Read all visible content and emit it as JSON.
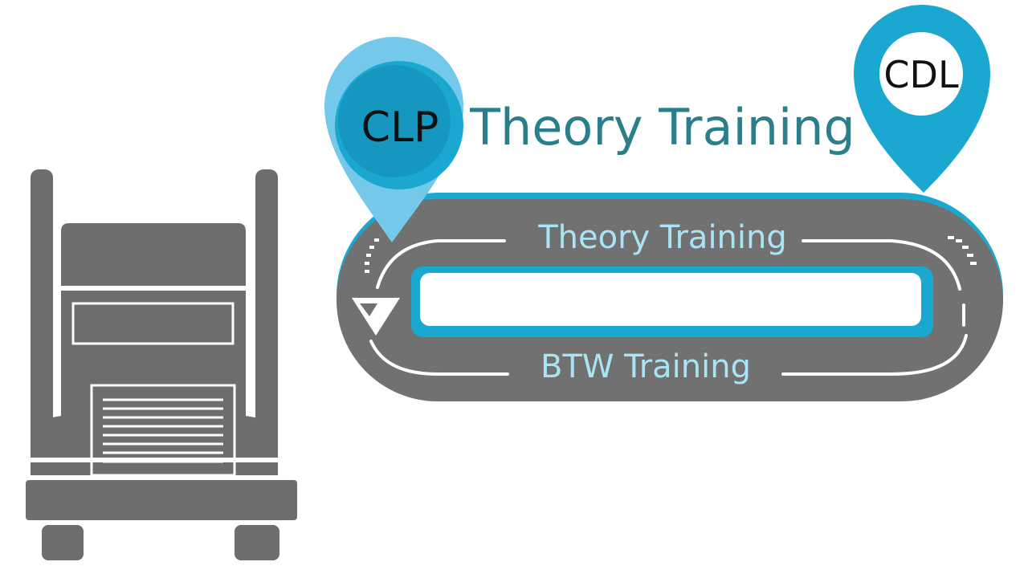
{
  "milestones": {
    "start_label": "CLP",
    "end_label": "CDL"
  },
  "headline": "Theory Training",
  "track": {
    "upper_lane_label": "Theory Training",
    "lower_lane_label": "BTW Training"
  },
  "colors": {
    "truck_gray": "#6d6d6d",
    "track_gray": "#717171",
    "accent_blue": "#1ba8d0",
    "light_blue": "#74c8ea",
    "heading_teal": "#2a7f8a",
    "lane_text": "#a9e4f4",
    "white": "#ffffff"
  },
  "icons": [
    "truck-icon",
    "map-pin-icon",
    "road-track",
    "triangle-marker-icon"
  ]
}
